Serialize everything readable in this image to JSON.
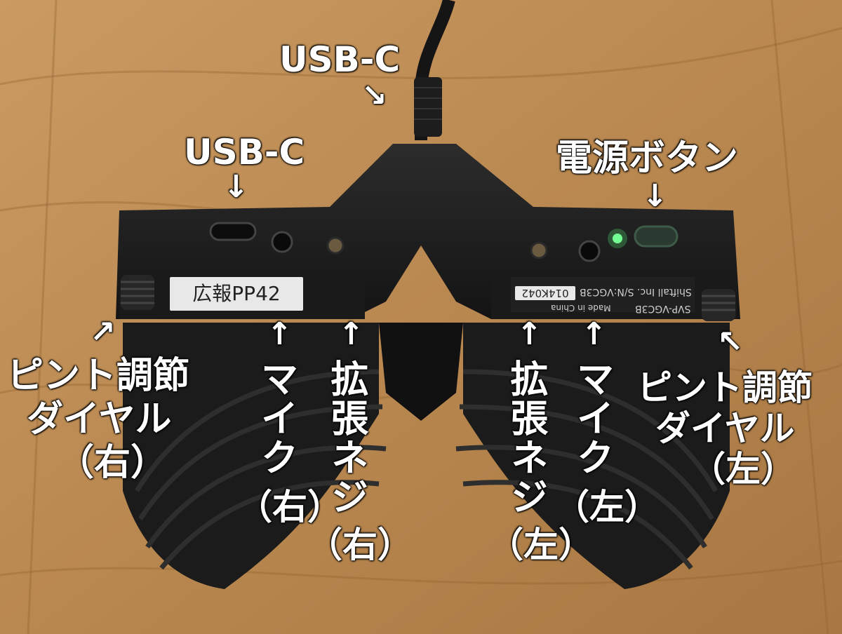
{
  "labels": {
    "usbc_top": "USB-C",
    "usbc_left": "USB-C",
    "power": "電源ボタン",
    "focus_right_line1": "ピント調節",
    "focus_right_line2": "ダイヤル",
    "focus_right_side": "（右）",
    "focus_left_line1": "ピント調節",
    "focus_left_line2": "ダイヤル",
    "focus_left_side": "（左）",
    "mic_right": "マイク",
    "mic_right_side": "（右）",
    "screw_right": "拡張ネジ",
    "screw_right_side": "（右）",
    "screw_left": "拡張ネジ",
    "screw_left_side": "（左）",
    "mic_left": "マイク",
    "mic_left_side": "（左）"
  },
  "device_text": {
    "sticker": "広報PP42",
    "serial_tag": "014K042",
    "maker_line": "Shiftall Inc. S/N:VGC3B",
    "model": "SVP-VGC3B",
    "made_in": "Made in China"
  },
  "arrows": {
    "down_right": "↘",
    "down": "↓",
    "up": "↑",
    "up_right": "↗",
    "up_left": "↖"
  }
}
